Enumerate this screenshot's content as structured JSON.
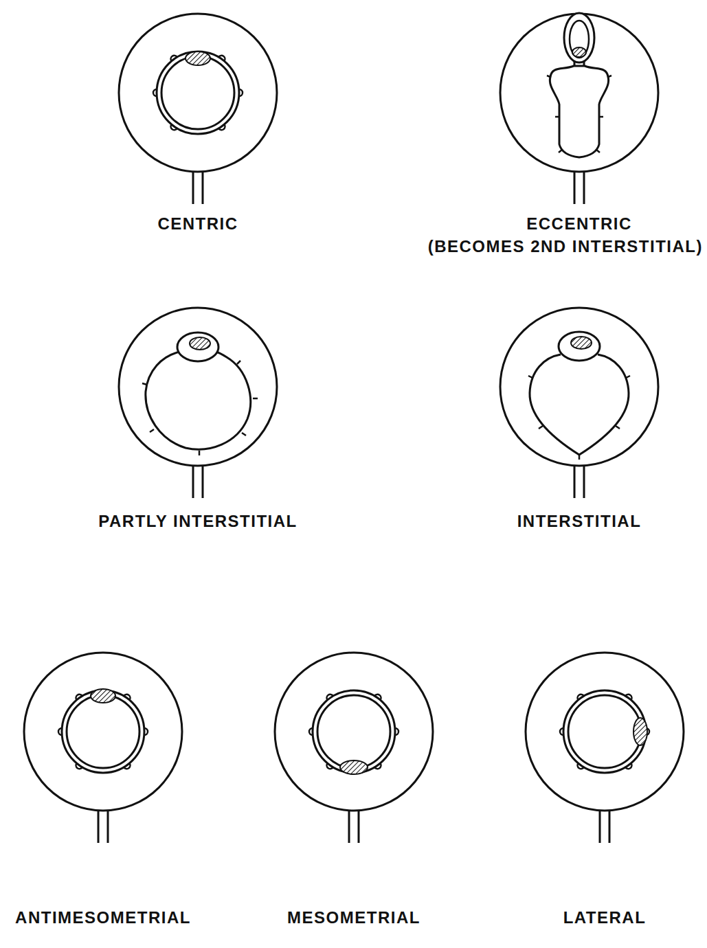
{
  "diagram": {
    "labels": [
      "CENTRIC",
      "ECCENTRIC",
      "(BECOMES 2ND INTERSTITIAL)",
      "PARTLY INTERSTITIAL",
      "INTERSTITIAL",
      "ANTIMESOMETRIAL",
      "MESOMETRIAL",
      "LATERAL"
    ]
  }
}
